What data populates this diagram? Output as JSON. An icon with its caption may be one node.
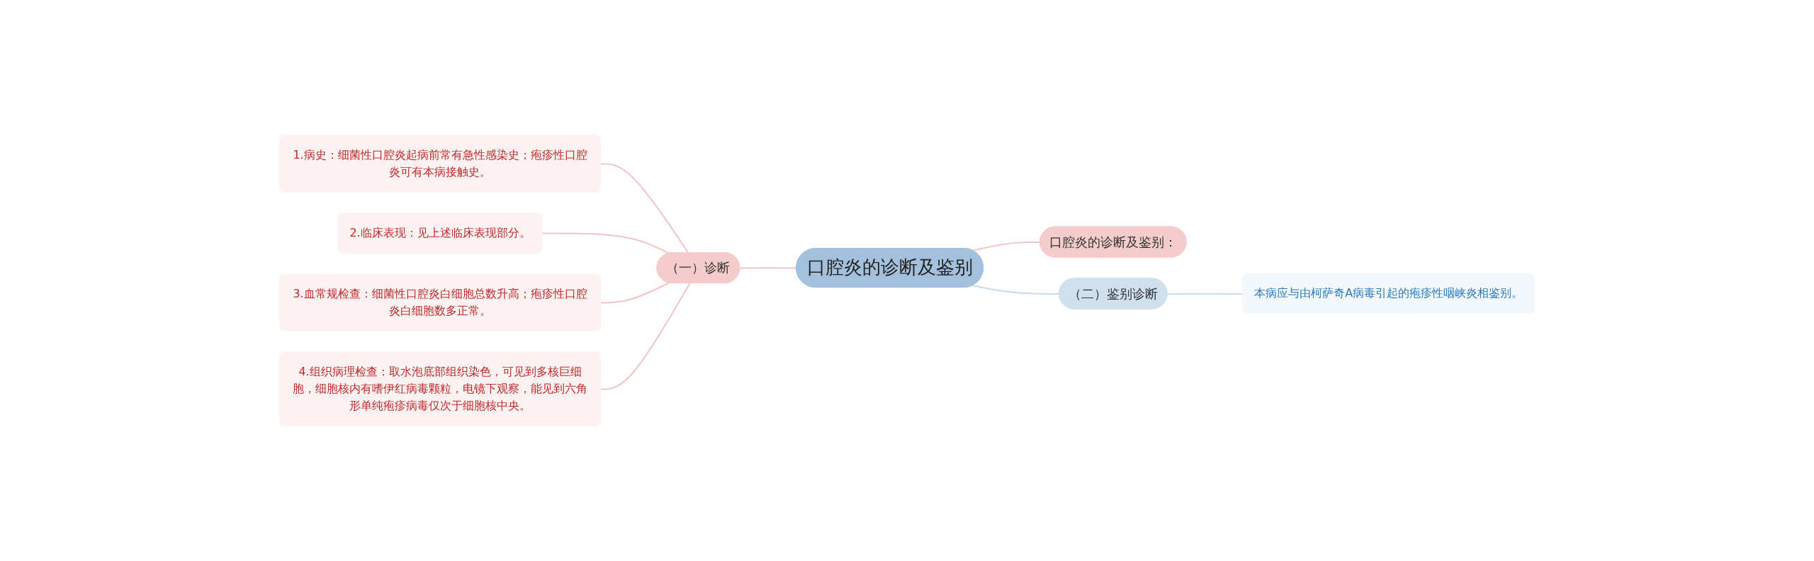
{
  "diagram": {
    "nodes": [
      {
        "text": [
          "口腔炎的诊断及鉴别"
        ]
      },
      {
        "text": [
          "（一）诊断"
        ]
      },
      {
        "text": [
          "1.病史：细菌性口腔炎起病前常有急性感染史；疱疹性口腔炎可有本病接触史。"
        ]
      },
      {
        "text": [
          "2.临床表现：见上述临床表现部分。"
        ]
      },
      {
        "text": [
          "3.血常规检查：细菌性口腔炎白细胞总数升高；疱疹性口腔炎白细胞数多正常。"
        ]
      },
      {
        "text": [
          "4.组织病理检查：取水泡底部组织染色，可见到多核巨细胞，细胞核内有嗜伊红病毒颗粒，电镜下观察，能见到六角形单纯疱疹病毒仅次于细胞核中央。"
        ]
      },
      {
        "text": [
          "口腔炎的诊断及鉴别："
        ]
      },
      {
        "text": [
          "（二）鉴别诊断"
        ]
      },
      {
        "text": [
          "本病应与由柯萨奇A病毒引起的疱疹性咽峡炎相鉴别。"
        ]
      }
    ],
    "edges": [
      {
        "from": 0,
        "to": 1,
        "arrow": "none"
      },
      {
        "from": 1,
        "to": 2,
        "arrow": "none"
      },
      {
        "from": 1,
        "to": 3,
        "arrow": "none"
      },
      {
        "from": 1,
        "to": 4,
        "arrow": "none"
      },
      {
        "from": 1,
        "to": 5,
        "arrow": "none"
      },
      {
        "from": 0,
        "to": 6,
        "arrow": "none"
      },
      {
        "from": 0,
        "to": 7,
        "arrow": "none",
        "color": "#c9dcee"
      },
      {
        "from": 7,
        "to": 8,
        "arrow": "none",
        "color": "#c9dcee"
      }
    ]
  }
}
